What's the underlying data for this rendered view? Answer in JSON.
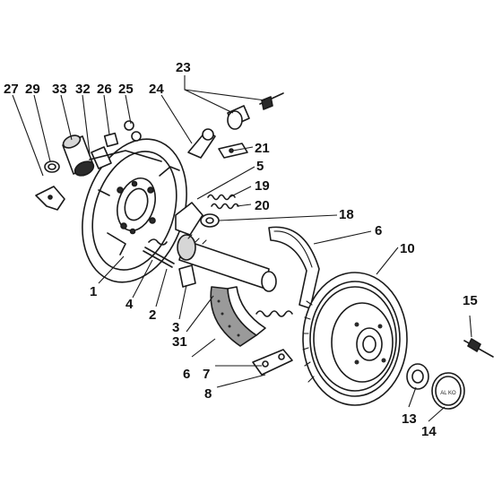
{
  "labels": {
    "l1": "1",
    "l2": "2",
    "l3": "3",
    "l4": "4",
    "l5": "5",
    "l6a": "6",
    "l6b": "6",
    "l7": "7",
    "l8": "8",
    "l10": "10",
    "l13": "13",
    "l14": "14",
    "l15": "15",
    "l18": "18",
    "l19": "19",
    "l20": "20",
    "l21": "21",
    "l23": "23",
    "l24": "24",
    "l25": "25",
    "l26": "26",
    "l27": "27",
    "l29": "29",
    "l31": "31",
    "l32": "32",
    "l33": "33"
  },
  "hub_cap_text": "AL KO"
}
